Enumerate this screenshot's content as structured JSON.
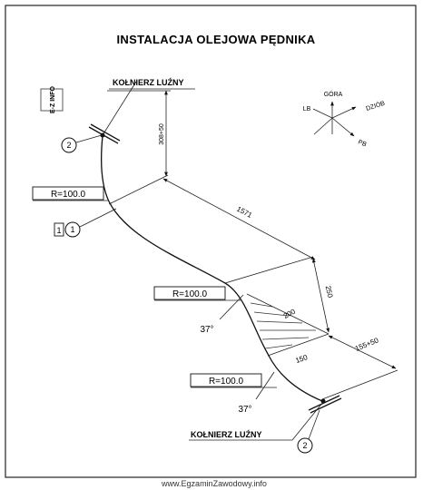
{
  "title": "INSTALACJA OLEJOWA PĘDNIKA",
  "logo": "E-Z INFO",
  "labels": {
    "flange_top": "KOŁNIERZ LUŹNY",
    "flange_bottom": "KOŁNIERZ LUŹNY",
    "radius_1": "R=100.0",
    "radius_2": "R=100.0",
    "radius_3": "R=100.0",
    "angle_1": "37°",
    "angle_2": "37°",
    "item_box": "1",
    "item_1": "1",
    "item_2_top": "2",
    "item_2_bottom": "2"
  },
  "dimensions": {
    "d1": "308+50",
    "d2": "1571",
    "d3": "250",
    "d4": "200",
    "d5": "150",
    "d6": "155+50"
  },
  "compass": {
    "up": "GÓRA",
    "left": "LB",
    "bow": "DZIÓB",
    "right": "PB"
  },
  "footer": "www.EgzaminZawodowy.info"
}
